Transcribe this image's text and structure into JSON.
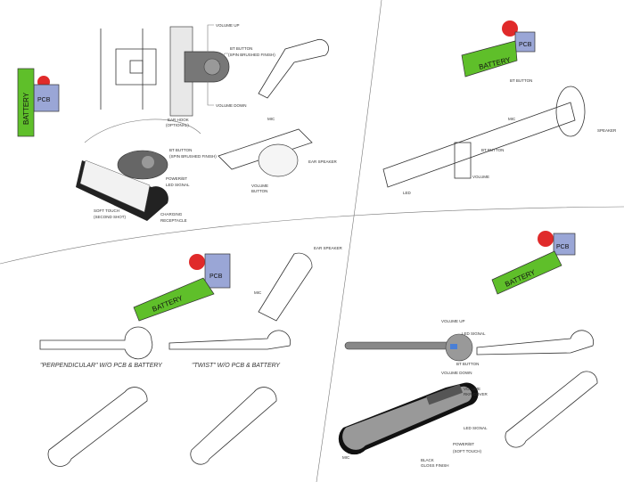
{
  "colors": {
    "battery": "#5fbf2a",
    "pcb": "#9aa6d6",
    "speaker": "#e02a2a",
    "body_gray": "#777777",
    "led_blue": "#4a7fd6"
  },
  "modules": {
    "battery": "BATTERY",
    "pcb": "PCB"
  },
  "top_left": {
    "side_view": {
      "volume_up": "VOLUME UP",
      "bt_button": "BT BUTTON",
      "finish": "(SPIN BRUSHED FINISH)",
      "volume_down": "VOLUME DOWN"
    },
    "perspective": {
      "ear_hook": "EAR HOOK",
      "ear_hook_note": "(OPTIONAL)",
      "bt_button": "BT BUTTON",
      "finish": "(SPIN BRUSHED FINISH)",
      "power_led": "POWER/BT",
      "power_led_note": "LED SIGNAL",
      "soft_touch": "SOFT TOUCH",
      "soft_touch_note": "(SECOND SHOT)",
      "charging": "CHARGING",
      "charging_note": "RECEPTACLE"
    },
    "folded": {
      "mic": "MIC",
      "ear_speaker": "EAR SPEAKER",
      "volume": "VOLUME",
      "volume_note": "BUTTON"
    }
  },
  "top_right": {
    "bt_button": "BT BUTTON",
    "mic": "MIC",
    "volume": "VOLUME",
    "led": "LED",
    "bt": "BT BUTTON",
    "speaker": "SPEAKER"
  },
  "bottom_left": {
    "caption_1": "\"PERPENDICULAR\" W/O PCB & BATTERY",
    "caption_2": "\"TWIST\" W/O PCB & BATTERY",
    "mic": "MIC",
    "speaker": "EAR SPEAKER"
  },
  "bottom_right": {
    "volume_up": "VOLUME UP",
    "led_signal": "LED SIGNAL",
    "bt_button": "BT BUTTON",
    "volume_down": "VOLUME DOWN",
    "volume_cover": "VOLUME",
    "volume_cover_note": "RKR COVER",
    "led_signal_2": "LED SIGNAL",
    "power_bt": "POWER/BT",
    "power_bt_note": "(SOFT TOUCH)",
    "mic": "MIC",
    "finish": "BLACK",
    "finish_note": "GLOSS FINISH"
  }
}
